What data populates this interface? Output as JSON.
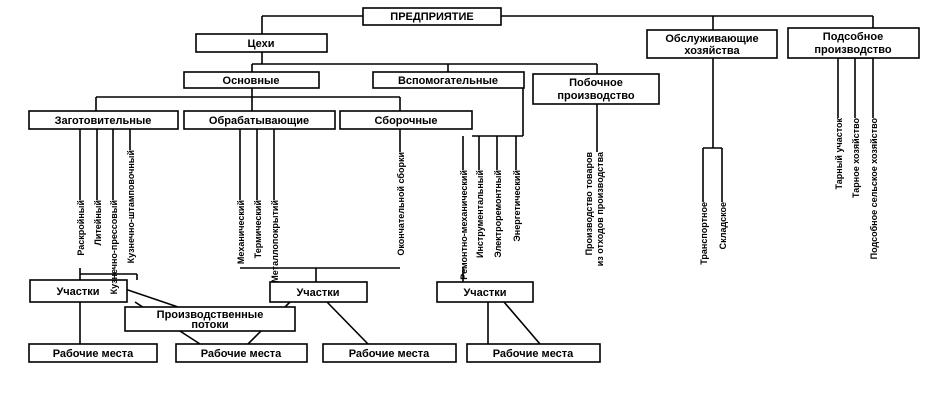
{
  "root": {
    "label": "ПРЕДПРИЯТИЕ"
  },
  "level1": {
    "workshops": "Цехи",
    "service": [
      "Обслуживающие",
      "хозяйства"
    ],
    "subsidiary": [
      "Подсобное",
      "производство"
    ]
  },
  "level2": {
    "main": "Основные",
    "auxiliary": "Вспомогательные",
    "byproduct": [
      "Побочное",
      "производство"
    ]
  },
  "level3": {
    "procurement": "Заготовительные",
    "processing": "Обрабатывающие",
    "assembly": "Сборочные"
  },
  "vertical": {
    "procurement": [
      "Раскройный",
      "Литейный",
      "Кузнечно-прессовый",
      "Кузнечно-штамповочный"
    ],
    "processing": [
      "Механический",
      "Термический",
      "Металлопокрытий"
    ],
    "assembly": [
      "Окончательной сборки"
    ],
    "auxiliary": [
      "Ремонтно-механический",
      "Инструментальный",
      "Электроремонтный",
      "Энергетический"
    ],
    "byproduct": [
      "Производство товаров",
      "из отходов производства"
    ],
    "service": [
      "Транспортное",
      "Складское"
    ],
    "subsidiary": [
      "Тарный участок",
      "Тарное хозяйство",
      "Подсобное сельское хозяйство"
    ]
  },
  "bottom": {
    "sections": "Участки",
    "flows": [
      "Производственные",
      "потоки"
    ],
    "workplaces": "Рабочие места"
  }
}
